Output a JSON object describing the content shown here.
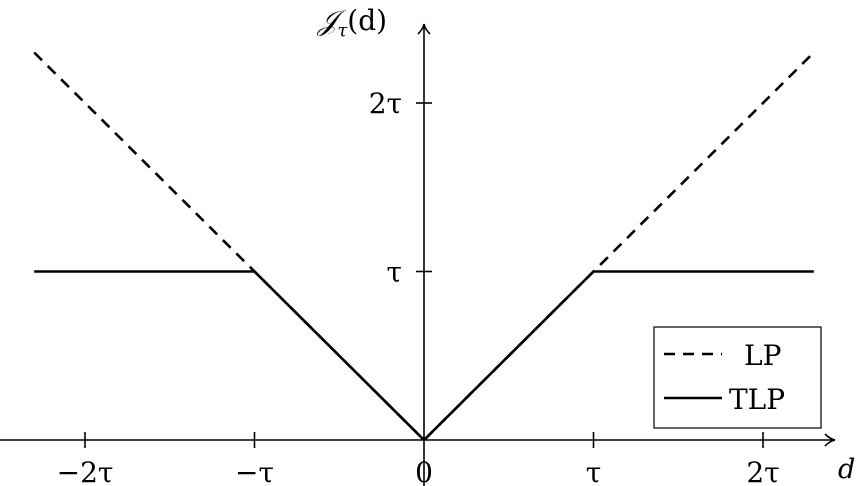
{
  "chart_data": {
    "type": "line",
    "title": "",
    "xlabel": "d",
    "ylabel": "𝒥τ(d)",
    "x_unit": "τ",
    "xlim": [
      -2.5,
      2.5
    ],
    "ylim": [
      0,
      2.4
    ],
    "grid": false,
    "legend_position": "lower right",
    "x_ticks": [
      {
        "value": -2,
        "label": "−2τ"
      },
      {
        "value": -1,
        "label": "−τ"
      },
      {
        "value": 0,
        "label": "0"
      },
      {
        "value": 1,
        "label": "τ"
      },
      {
        "value": 2,
        "label": "2τ"
      }
    ],
    "y_ticks": [
      {
        "value": 1,
        "label": "τ"
      },
      {
        "value": 2,
        "label": "2τ"
      }
    ],
    "series": [
      {
        "name": "LP",
        "style": "dashed",
        "color": "#000000",
        "formula": "|d|",
        "x": [
          -2.3,
          0,
          2.3
        ],
        "y": [
          2.3,
          0,
          2.3
        ]
      },
      {
        "name": "TLP",
        "style": "solid",
        "color": "#000000",
        "formula": "min(|d|, τ)",
        "x": [
          -2.3,
          -1,
          0,
          1,
          2.3
        ],
        "y": [
          1,
          1,
          0,
          1,
          1
        ]
      }
    ]
  },
  "axes": {
    "y_label_script": "𝒥",
    "y_label_sub": "τ",
    "y_label_args": "(d)",
    "x_label": "d"
  },
  "legend": {
    "items": [
      {
        "label": "LP",
        "style": "dashed"
      },
      {
        "label": "TLP",
        "style": "solid"
      }
    ]
  }
}
